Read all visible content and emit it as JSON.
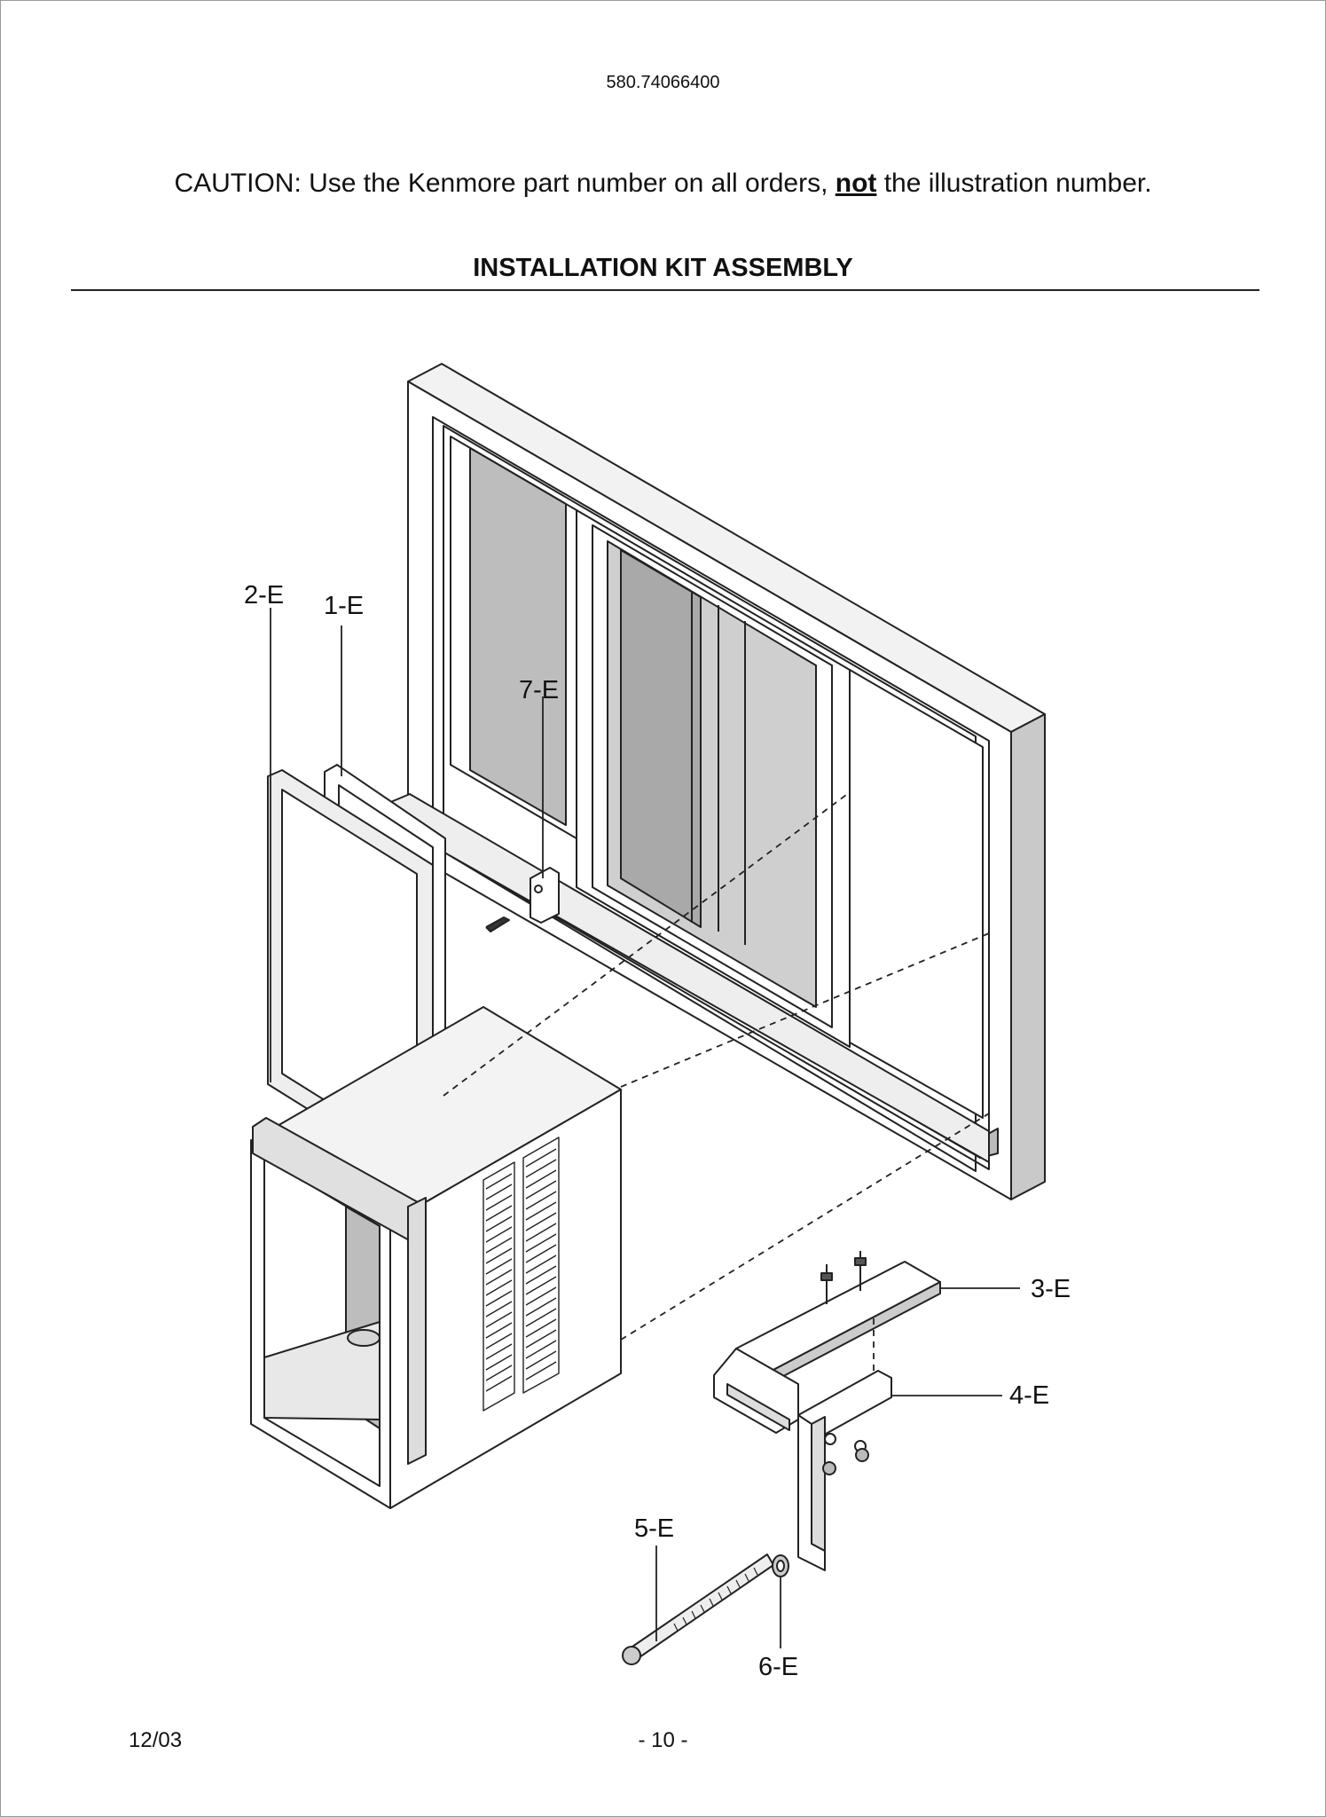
{
  "header": {
    "model_number": "580.74066400",
    "caution_before": "CAUTION: Use the Kenmore part number on all orders, ",
    "caution_emphasis": "not",
    "caution_after": " the illustration number.",
    "section_title": "INSTALLATION KIT ASSEMBLY"
  },
  "diagram": {
    "callouts": [
      {
        "id": "2-E",
        "label": "2-E"
      },
      {
        "id": "1-E",
        "label": "1-E"
      },
      {
        "id": "7-E",
        "label": "7-E"
      },
      {
        "id": "3-E",
        "label": "3-E"
      },
      {
        "id": "4-E",
        "label": "4-E"
      },
      {
        "id": "5-E",
        "label": "5-E"
      },
      {
        "id": "6-E",
        "label": "6-E"
      }
    ]
  },
  "footer": {
    "date": "12/03",
    "page": "- 10 -"
  }
}
